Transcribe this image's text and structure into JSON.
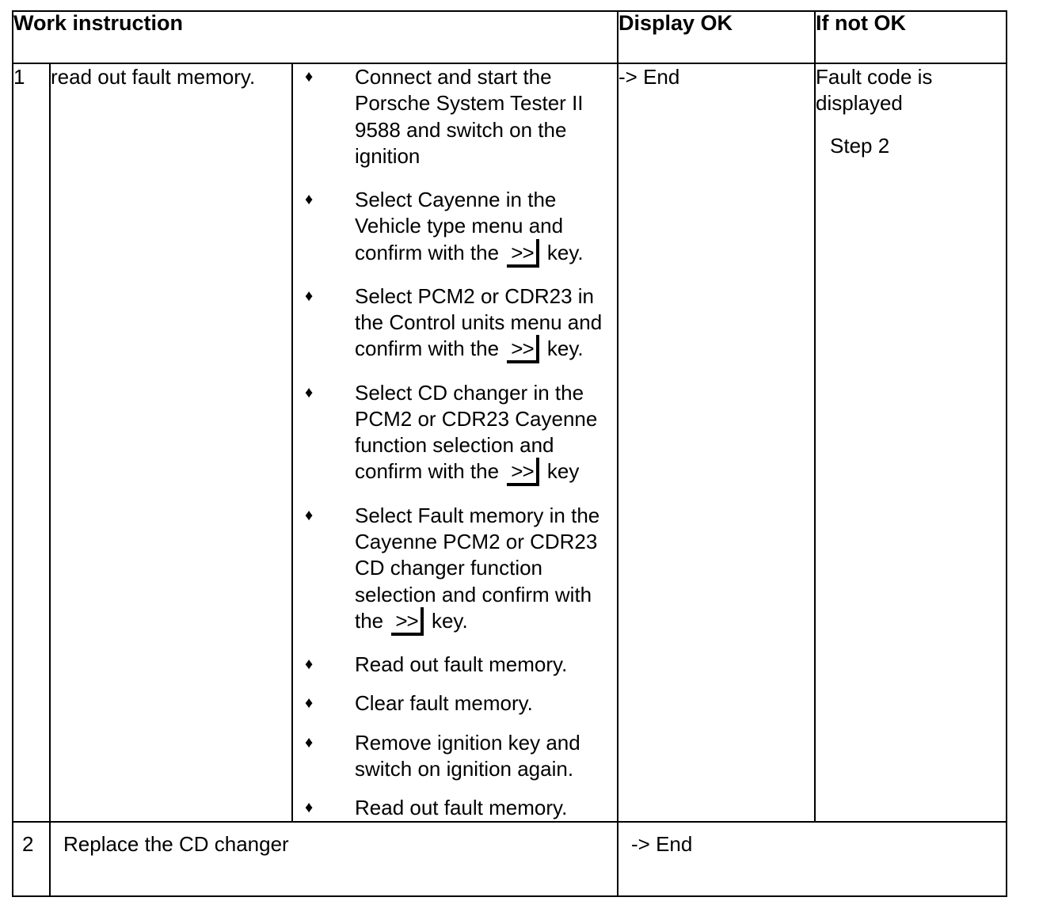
{
  "table": {
    "headers": {
      "work_instruction": "Work instruction",
      "display_ok": "Display OK",
      "if_not_ok": "If not OK"
    },
    "key_glyph": {
      "label": ">>",
      "name": "fast-forward-key"
    },
    "bullet_symbol": "♦",
    "rows": [
      {
        "number": "1",
        "instruction": "read out fault memory.",
        "bullets": [
          {
            "pre": "Connect and start the Porsche System Tester II 9588 and switch on the ignition",
            "has_key": false,
            "post": ""
          },
          {
            "pre": "Select Cayenne in the Vehicle type menu and confirm with the ",
            "has_key": true,
            "post": " key."
          },
          {
            "pre": "Select PCM2 or CDR23 in the Control units menu and confirm with the ",
            "has_key": true,
            "post": " key."
          },
          {
            "pre": "Select CD changer in the PCM2 or CDR23 Cayenne function selection and confirm with the ",
            "has_key": true,
            "post": " key"
          },
          {
            "pre": "Select Fault memory in the Cayenne PCM2 or CDR23 CD changer function selection and confirm with the ",
            "has_key": true,
            "post": " key."
          },
          {
            "pre": "Read out fault memory.",
            "has_key": false,
            "post": ""
          },
          {
            "pre": "Clear fault memory.",
            "has_key": false,
            "post": ""
          },
          {
            "pre": "Remove ignition key and switch on ignition again.",
            "has_key": false,
            "post": ""
          },
          {
            "pre": "Read out fault memory.",
            "has_key": false,
            "post": ""
          }
        ],
        "display_ok": "-> End",
        "if_not_ok": {
          "text": "Fault code is displayed",
          "step": "Step 2"
        }
      },
      {
        "number": "2",
        "instruction": "Replace the CD changer",
        "display_ok": "-> End"
      }
    ]
  },
  "colors": {
    "ink": "#000000",
    "paper": "#ffffff"
  }
}
